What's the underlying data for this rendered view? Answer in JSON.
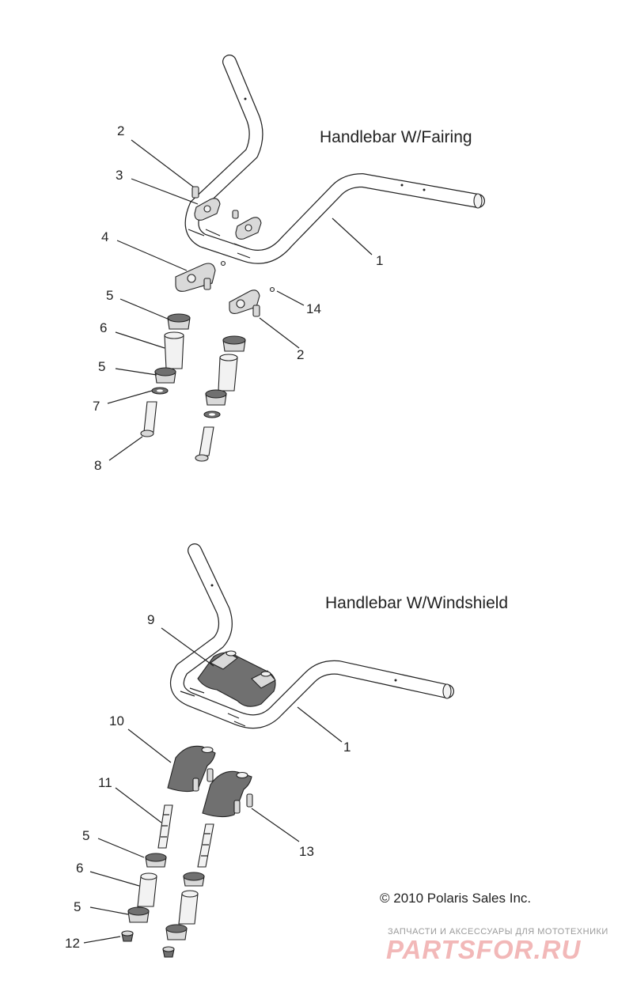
{
  "diagrams": [
    {
      "title": "Handlebar W/Fairing",
      "callouts": [
        "2",
        "3",
        "4",
        "5",
        "6",
        "5",
        "7",
        "8",
        "1",
        "14",
        "2"
      ]
    },
    {
      "title": "Handlebar W/Windshield",
      "callouts": [
        "9",
        "10",
        "11",
        "5",
        "6",
        "5",
        "12",
        "1",
        "13"
      ]
    }
  ],
  "copyright": "© 2010 Polaris Sales Inc.",
  "watermark": {
    "tagline": "ЗАПЧАСТИ И АКСЕССУАРЫ ДЛЯ МОТОТЕХНИКИ",
    "brand": "PARTSFOR.RU"
  }
}
